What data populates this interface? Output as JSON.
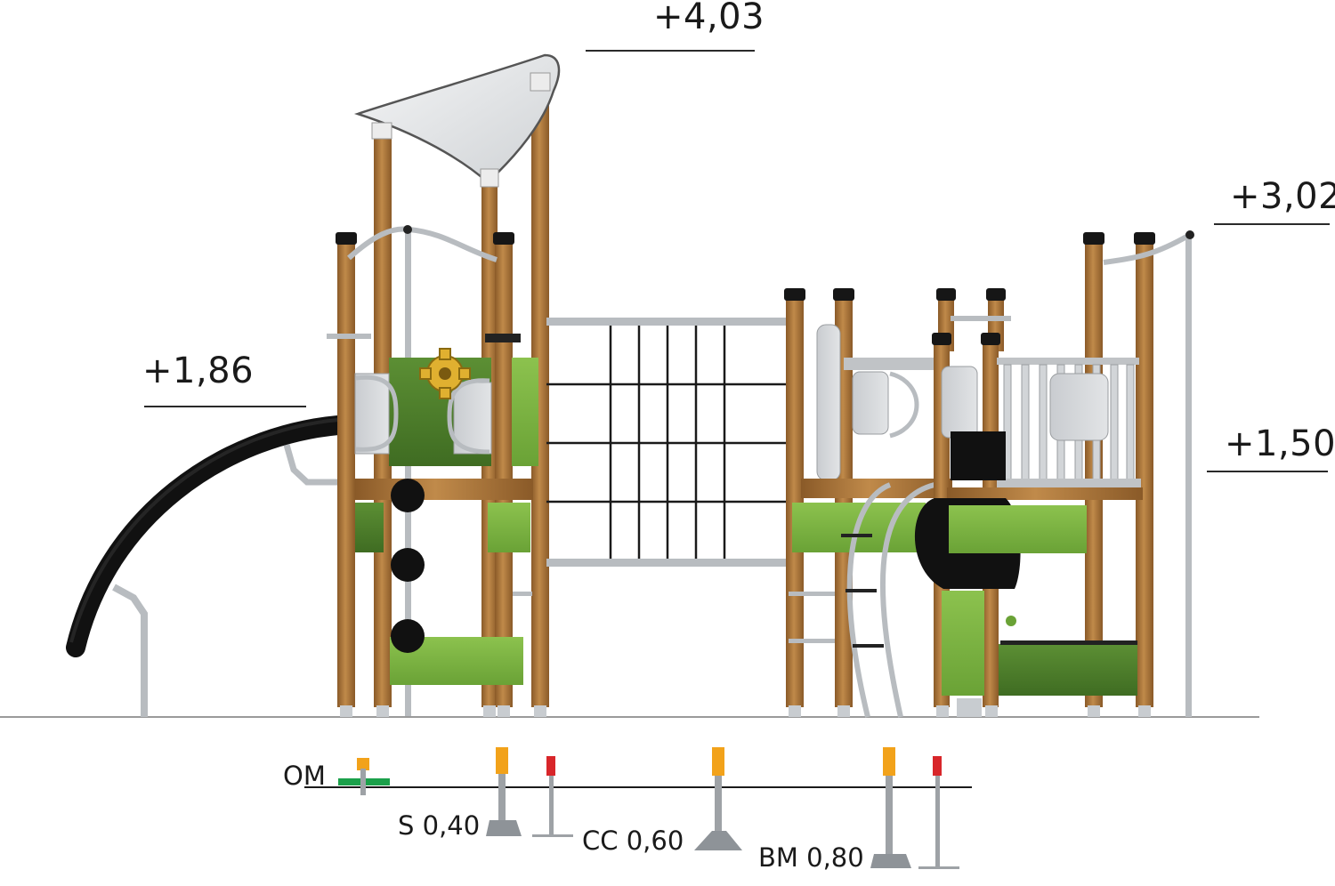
{
  "dimensions": {
    "canopy_height": "+4,03",
    "tower_right_height": "+3,02",
    "slide_height": "+1,86",
    "deck_height": "+1,50"
  },
  "foundations": {
    "om": "OM",
    "s": "S 0,40",
    "cc": "CC 0,60",
    "bm": "BM 0,80"
  },
  "colors": {
    "wood": "#b07a3e",
    "panel_green": "#7cb342",
    "panel_dark_green": "#4e7d2a",
    "metal": "#b8bcc0",
    "slide": "#111111",
    "canopy": "#e6e8ea",
    "climber_yellow": "#e0b030",
    "anchor_orange": "#f2a21a",
    "anchor_red": "#d8262a"
  }
}
